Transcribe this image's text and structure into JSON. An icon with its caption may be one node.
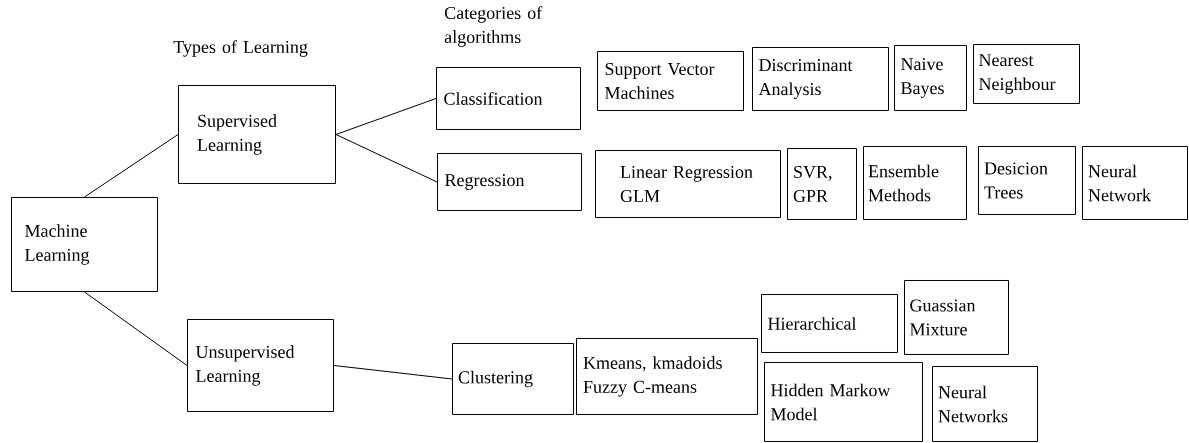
{
  "diagram": {
    "nodes": [
      {
        "text": [
          "Machine Learning"
        ]
      },
      {
        "text": [
          "Supervised Learning"
        ]
      },
      {
        "text": [
          "Unsupervised Learning"
        ]
      },
      {
        "text": [
          "Classification"
        ]
      },
      {
        "text": [
          "Regression"
        ]
      },
      {
        "text": [
          "Support Vector Machines"
        ]
      },
      {
        "text": [
          "Discriminant Analysis"
        ]
      },
      {
        "text": [
          "Naive Bayes"
        ]
      },
      {
        "text": [
          "Nearest Neighbour"
        ]
      },
      {
        "text": [
          "Linear Regression GLM"
        ]
      },
      {
        "text": [
          "SVR, GPR"
        ]
      },
      {
        "text": [
          "Ensemble Methods"
        ]
      },
      {
        "text": [
          "Desicion Trees"
        ]
      },
      {
        "text": [
          "Neural Network"
        ]
      },
      {
        "text": [
          "Clustering"
        ]
      },
      {
        "text": [
          "Kmeans, kmadoids Fuzzy C-means"
        ]
      },
      {
        "text": [
          "Hierarchical"
        ]
      },
      {
        "text": [
          "Guassian Mixture"
        ]
      },
      {
        "text": [
          "Hidden Markow Model"
        ]
      },
      {
        "text": [
          "Neural Networks"
        ]
      }
    ],
    "edges": [
      {
        "from": 0,
        "to": 1,
        "arrow": "none"
      },
      {
        "from": 0,
        "to": 2,
        "arrow": "none"
      },
      {
        "from": 1,
        "to": 3,
        "arrow": "none"
      },
      {
        "from": 1,
        "to": 4,
        "arrow": "none"
      },
      {
        "from": 2,
        "to": 14,
        "arrow": "none"
      }
    ],
    "labels": [
      "Types of Learning",
      "Categories of algorithms"
    ]
  }
}
